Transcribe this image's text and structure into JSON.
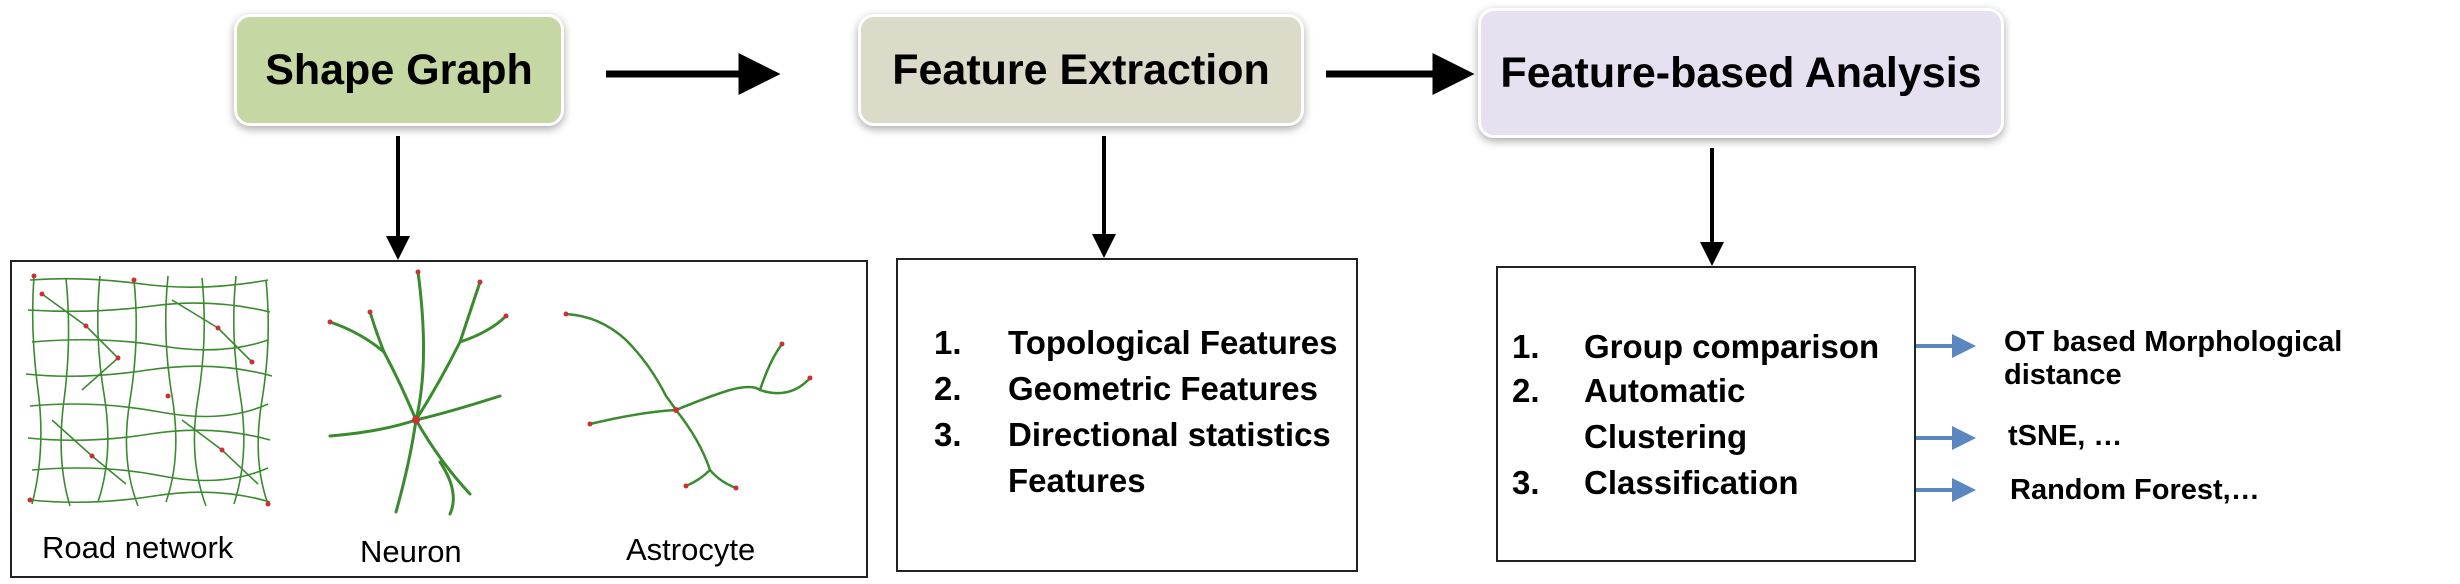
{
  "nodes": {
    "shape_graph": "Shape Graph",
    "feature_extraction": "Feature Extraction",
    "feature_analysis": "Feature-based Analysis"
  },
  "examples": {
    "road": "Road network",
    "neuron": "Neuron",
    "astrocyte": "Astrocyte"
  },
  "features": [
    {
      "num": "1.",
      "label": "Topological Features"
    },
    {
      "num": "2.",
      "label": "Geometric Features"
    },
    {
      "num": "3.",
      "label": "Directional statistics",
      "label2": "Features"
    }
  ],
  "analysis": [
    {
      "num": "1.",
      "label": "Group comparison"
    },
    {
      "num": "2.",
      "label": "Automatic",
      "label2": "Clustering"
    },
    {
      "num": "3.",
      "label": "Classification"
    }
  ],
  "methods": {
    "m1": "OT based Morphological distance",
    "m2": "tSNE, …",
    "m3": "Random Forest,…"
  },
  "colors": {
    "shape_graph": "#c5d8a4",
    "feature_extraction": "#dcdac9",
    "feature_analysis": "#e6e0f0",
    "branch_green": "#3a8a2e",
    "node_red": "#c83232",
    "method_arrow": "#5b86c2"
  }
}
